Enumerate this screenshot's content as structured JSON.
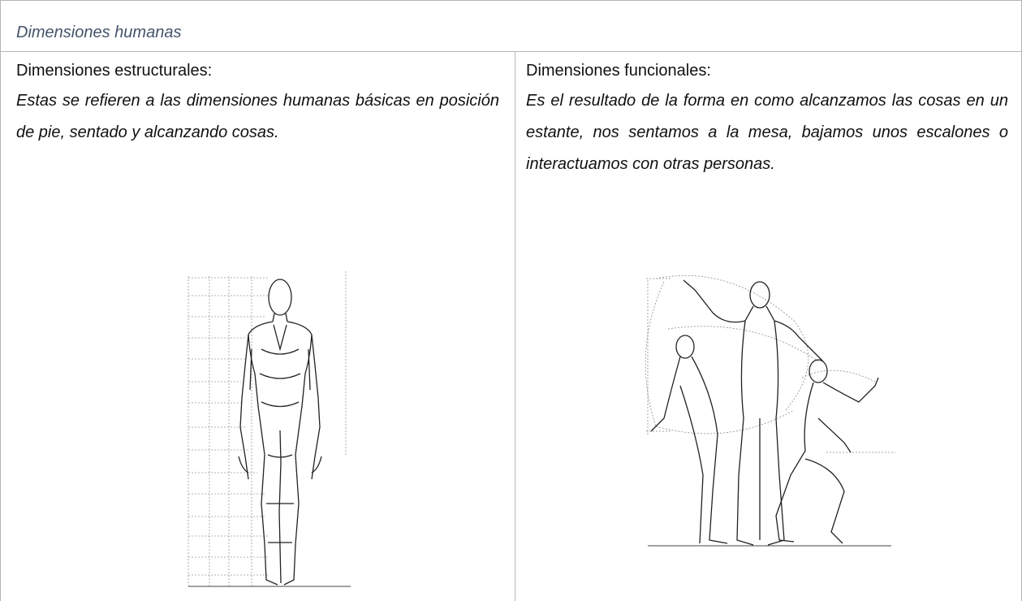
{
  "table": {
    "caption": "Dimensiones humanas",
    "left": {
      "heading": "Dimensiones estructurales:",
      "body": "Estas se refieren a las dimensiones humanas básicas en posición de pie, sentado y alcanzando cosas."
    },
    "right": {
      "heading": "Dimensiones funcionales:",
      "body": "Es el resultado de la forma en como alcanzamos las cosas en un estante, nos sentamos a la mesa, bajamos unos escalones o interactuamos con otras personas."
    }
  },
  "figures": {
    "left_icon": "standing-human-anthropometric-drawing",
    "right_icon": "functional-reach-human-figures-drawing"
  },
  "colors": {
    "caption": "#44546a",
    "border": "#b5b5b5",
    "text": "#111111"
  }
}
